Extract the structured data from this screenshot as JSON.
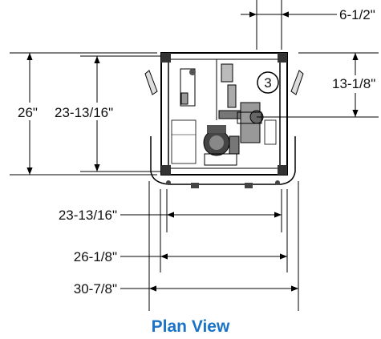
{
  "title": "Plan View",
  "title_color": "#1a73c8",
  "callout": "3",
  "dimensions": {
    "top_right_offset": "6-1/2\"",
    "right_height": "13-1/8\"",
    "overall_depth": "26\"",
    "inner_depth": "23-13/16\"",
    "inner_width": "23-13/16\"",
    "mid_width": "26-1/8\"",
    "overall_width": "30-7/8\""
  }
}
